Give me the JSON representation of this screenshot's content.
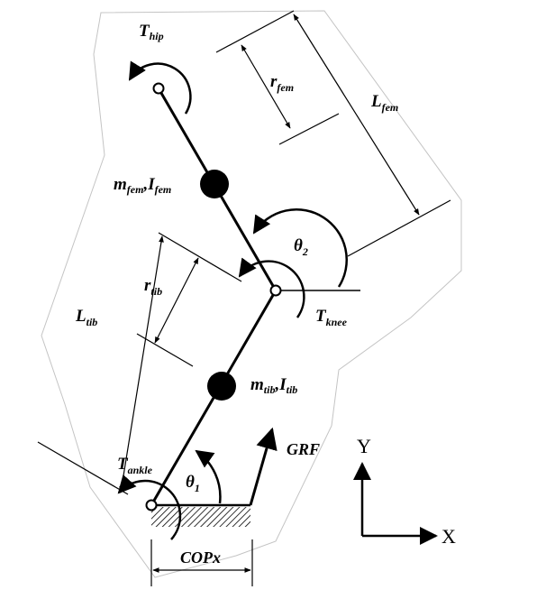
{
  "labels": {
    "t_hip": {
      "main": "T",
      "sub": "hip"
    },
    "r_fem": {
      "main": "r",
      "sub": "fem"
    },
    "l_fem": {
      "main": "L",
      "sub": "fem"
    },
    "m_fem": {
      "m": "m",
      "m_sub": "fem",
      "sep": ",",
      "i": "I",
      "i_sub": "fem"
    },
    "theta2": {
      "main": "θ",
      "sub": "2"
    },
    "r_tib": {
      "main": "r",
      "sub": "tib"
    },
    "l_tib": {
      "main": "L",
      "sub": "tib"
    },
    "t_knee": {
      "main": "T",
      "sub": "knee"
    },
    "m_tib": {
      "m": "m",
      "m_sub": "tib",
      "sep": ",",
      "i": "I",
      "i_sub": "tib"
    },
    "t_ankle": {
      "main": "T",
      "sub": "ankle"
    },
    "theta1": {
      "main": "θ",
      "sub": "1"
    },
    "grf": "GRF",
    "copx": "COPx",
    "axis_y": "Y",
    "axis_x": "X"
  },
  "colors": {
    "stroke": "#000000",
    "outline": "#9a9a9a",
    "background": "#ffffff"
  }
}
